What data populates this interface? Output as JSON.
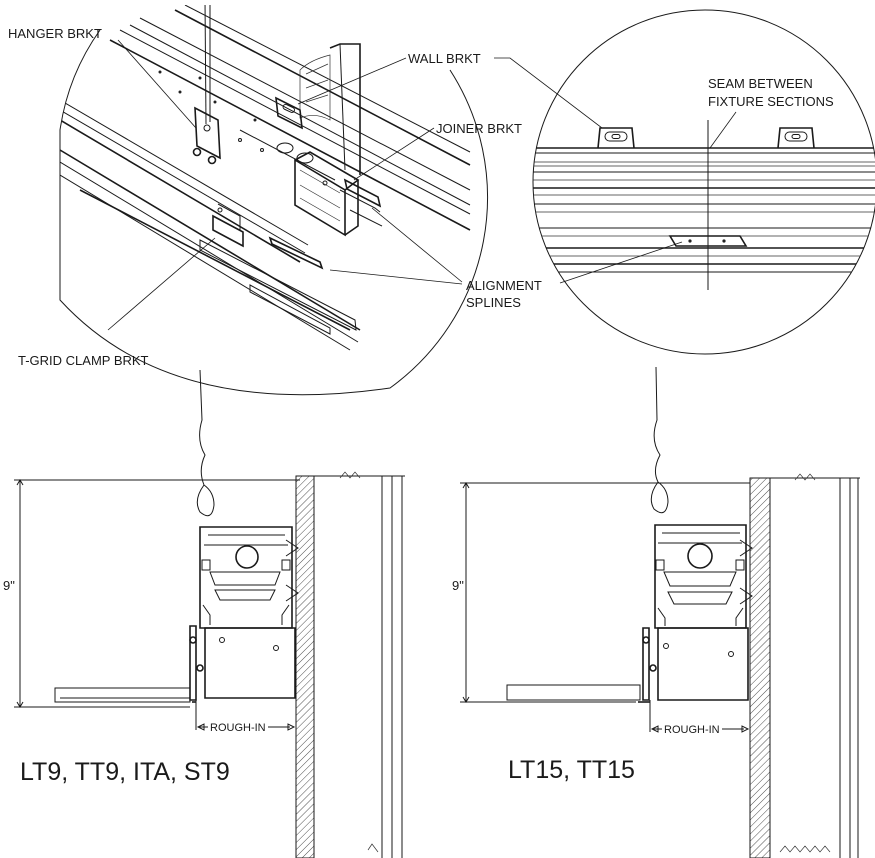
{
  "top_left_callouts": {
    "hanger": "HANGER BRKT",
    "wall": "WALL BRKT",
    "joiner": "JOINER BRKT",
    "tgrid": "T-GRID CLAMP BRKT"
  },
  "top_right_callouts": {
    "seam_line1": "SEAM BETWEEN",
    "seam_line2": "FIXTURE SECTIONS"
  },
  "shared_callouts": {
    "alignment_line1": "ALIGNMENT",
    "alignment_line2": "SPLINES"
  },
  "section_left": {
    "dimension": "9\"",
    "rough_in": "ROUGH-IN",
    "caption": "LT9, TT9, ITA, ST9"
  },
  "section_right": {
    "dimension": "9\"",
    "rough_in": "ROUGH-IN",
    "caption": "LT15, TT15"
  }
}
